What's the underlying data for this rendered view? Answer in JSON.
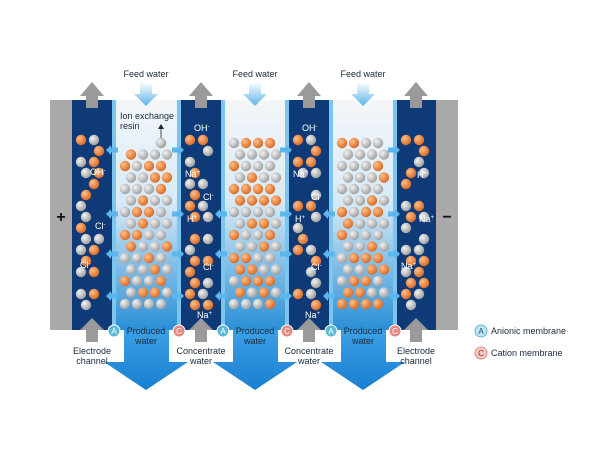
{
  "labels": {
    "feed_water": "Feed water",
    "ion_exchange_resin": [
      "Ion exchange",
      "resin"
    ],
    "produced_water": [
      "Produced",
      "water"
    ],
    "concentrate_water": [
      "Concentrate",
      "water"
    ],
    "electrode_channel": [
      "Electrode",
      "channel"
    ],
    "plus": "+",
    "minus": "−"
  },
  "membranes": {
    "anion_letter": "A",
    "cation_letter": "C",
    "anion_label": "Anionic membrane",
    "cation_label": "Cation membrane"
  },
  "ions": {
    "left_electrode": [
      "OH-",
      "Cl-",
      "Cl-"
    ],
    "concentrate_1": [
      "OH-",
      "Na+",
      "Cl-",
      "H+",
      "Cl-",
      "Na+"
    ],
    "concentrate_2": [
      "OH-",
      "Na+",
      "Cl-",
      "H+",
      "Cl-",
      "Na+"
    ],
    "right_electrode": [
      "H+",
      "Na+",
      "Na+"
    ]
  },
  "colors": {
    "navy": "#0f3a78",
    "cyan": "#7cc6ee",
    "gray": "#9a9a9a",
    "orange": "#e5833f",
    "anion_badge": "#5fb9d9",
    "cation_badge": "#e58a84"
  }
}
